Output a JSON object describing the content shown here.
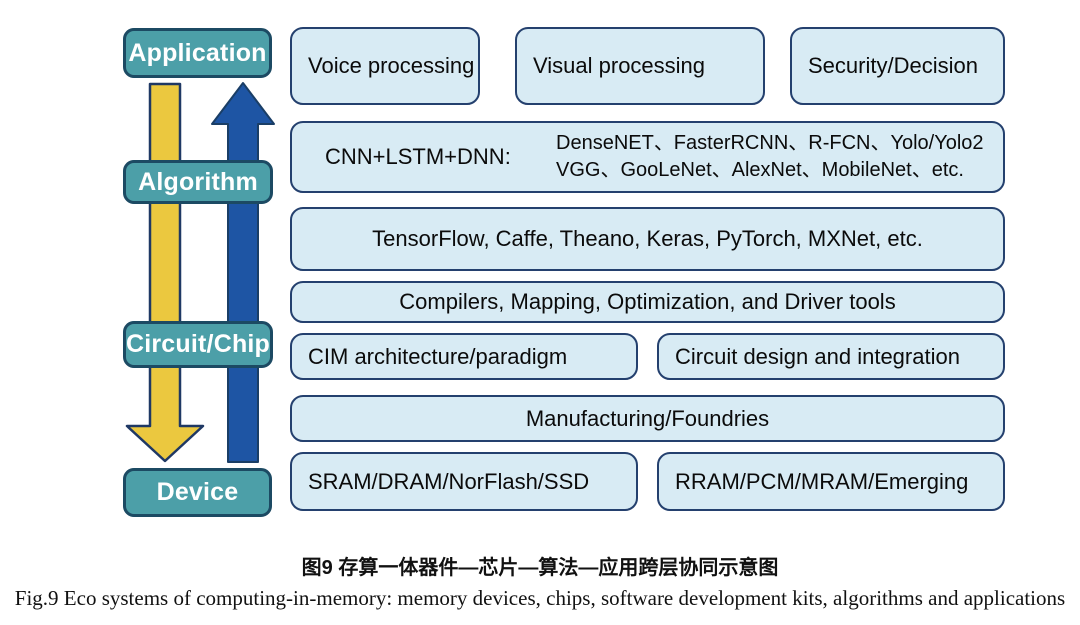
{
  "figure": {
    "levels": [
      {
        "id": "application",
        "label": "Application"
      },
      {
        "id": "algorithm",
        "label": "Algorithm"
      },
      {
        "id": "circuit_chip",
        "label": "Circuit/Chip"
      },
      {
        "id": "device",
        "label": "Device"
      }
    ],
    "rows": {
      "applications": [
        "Voice processing",
        "Visual processing",
        "Security/Decision"
      ],
      "algorithm_label": "CNN+LSTM+DNN:",
      "algorithm_models_line1": "DenseNET、FasterRCNN、R-FCN、Yolo/Yolo2",
      "algorithm_models_line2": "VGG、GooLeNet、AlexNet、MobileNet、etc.",
      "frameworks": "TensorFlow, Caffe, Theano, Keras, PyTorch, MXNet, etc.",
      "toolchain": "Compilers, Mapping, Optimization, and Driver tools",
      "chip_items": [
        "CIM architecture/paradigm",
        "Circuit design and integration"
      ],
      "manufacturing": "Manufacturing/Foundries",
      "device_items": [
        "SRAM/DRAM/NorFlash/SSD",
        "RRAM/PCM/MRAM/Emerging"
      ]
    },
    "captions": {
      "zh": "图9 存算一体器件—芯片—算法—应用跨层协同示意图",
      "en": "Fig.9 Eco systems of computing-in-memory: memory devices, chips, software development kits, algorithms and applications"
    },
    "colors": {
      "teal_fill": "#4C9FA8",
      "teal_border": "#1C4A63",
      "light_blue_fill": "#D8EBF4",
      "navy_border": "#24406E",
      "arrow_yellow": "#EBC83F",
      "arrow_blue": "#1E55A4"
    }
  }
}
